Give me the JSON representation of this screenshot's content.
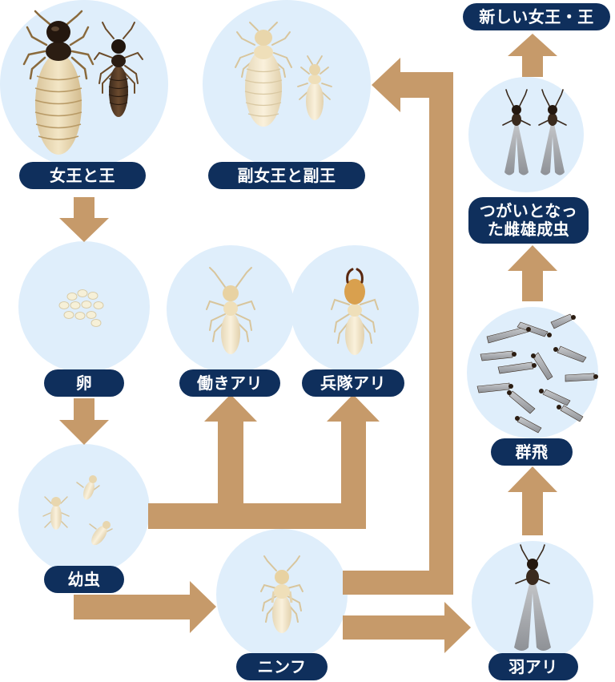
{
  "diagram": {
    "colors": {
      "circle_fill": "#dfeefb",
      "label_bg": "#0f2f5c",
      "label_text": "#ffffff",
      "arrow": "#c69a6a"
    },
    "nodes": {
      "queen_king": {
        "label": "女王と王",
        "icon": "queen-king-termites-illustration"
      },
      "sub_queen_king": {
        "label": "副女王と副王",
        "icon": "sub-queen-king-termites-illustration"
      },
      "new_queen_king": {
        "label": "新しい女王・王"
      },
      "mated_pair": {
        "label": "つがいとなった雌雄成虫",
        "icon": "mated-winged-pair-illustration"
      },
      "egg": {
        "label": "卵",
        "icon": "eggs-illustration"
      },
      "worker": {
        "label": "働きアリ",
        "icon": "worker-termite-illustration"
      },
      "soldier": {
        "label": "兵隊アリ",
        "icon": "soldier-termite-illustration"
      },
      "swarming": {
        "label": "群飛",
        "icon": "swarming-termites-illustration"
      },
      "larva": {
        "label": "幼虫",
        "icon": "larvae-illustration"
      },
      "nymph": {
        "label": "ニンフ",
        "icon": "nymph-illustration"
      },
      "winged": {
        "label": "羽アリ",
        "icon": "winged-termite-illustration"
      }
    },
    "edges": [
      {
        "from": "queen_king",
        "to": "egg"
      },
      {
        "from": "egg",
        "to": "larva"
      },
      {
        "from": "larva",
        "to": "worker"
      },
      {
        "from": "larva",
        "to": "soldier"
      },
      {
        "from": "larva",
        "to": "nymph"
      },
      {
        "from": "nymph",
        "to": "sub_queen_king"
      },
      {
        "from": "nymph",
        "to": "winged"
      },
      {
        "from": "winged",
        "to": "swarming"
      },
      {
        "from": "swarming",
        "to": "mated_pair"
      },
      {
        "from": "mated_pair",
        "to": "new_queen_king"
      }
    ]
  }
}
